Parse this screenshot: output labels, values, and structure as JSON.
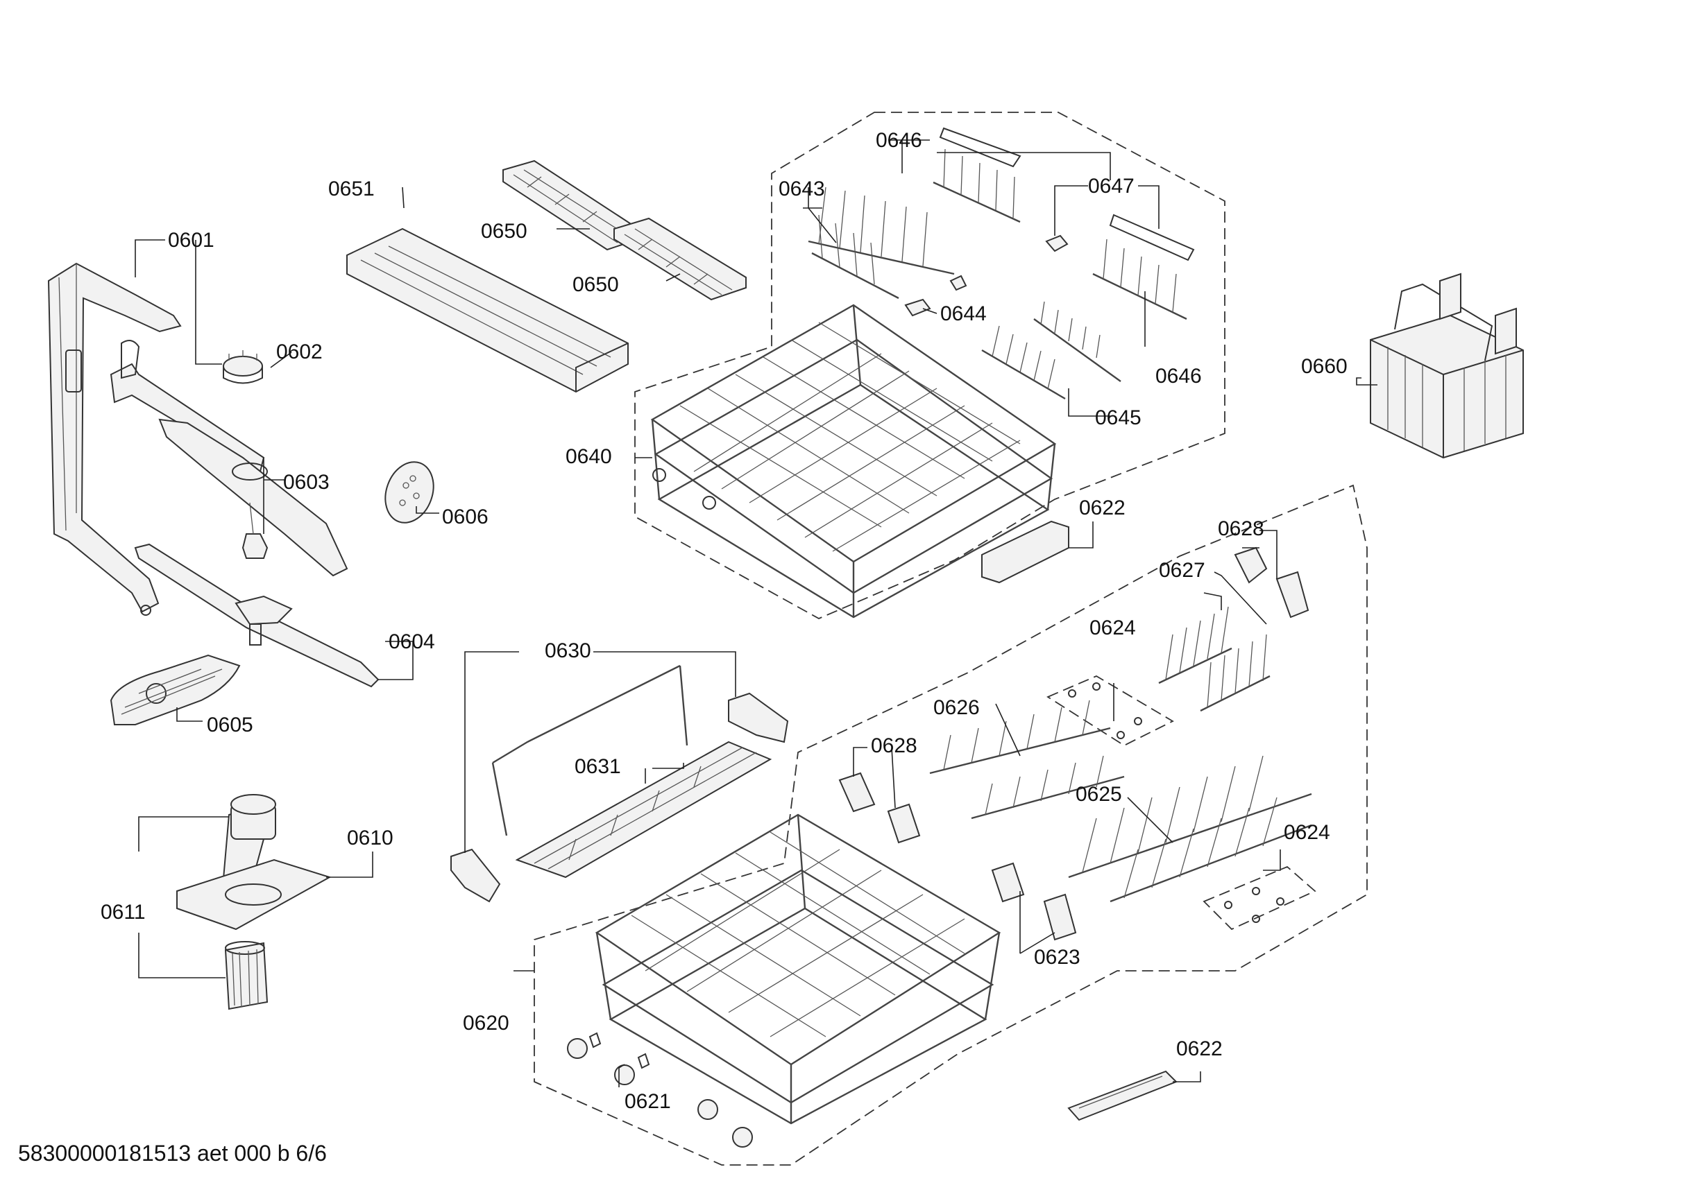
{
  "callouts": {
    "p0601": "0601",
    "p0602": "0602",
    "p0603": "0603",
    "p0604": "0604",
    "p0605": "0605",
    "p0606": "0606",
    "p0610": "0610",
    "p0611": "0611",
    "p0620": "0620",
    "p0621": "0621",
    "p0622a": "0622",
    "p0622b": "0622",
    "p0623": "0623",
    "p0624a": "0624",
    "p0624b": "0624",
    "p0625": "0625",
    "p0626": "0626",
    "p0627": "0627",
    "p0628a": "0628",
    "p0628b": "0628",
    "p0630": "0630",
    "p0631": "0631",
    "p0640": "0640",
    "p0643": "0643",
    "p0644": "0644",
    "p0645": "0645",
    "p0646a": "0646",
    "p0646b": "0646",
    "p0647": "0647",
    "p0650a": "0650",
    "p0650b": "0650",
    "p0651": "0651",
    "p0660": "0660"
  },
  "footer": {
    "doc_id": "58300000181513 aet 000 b 6/6"
  }
}
